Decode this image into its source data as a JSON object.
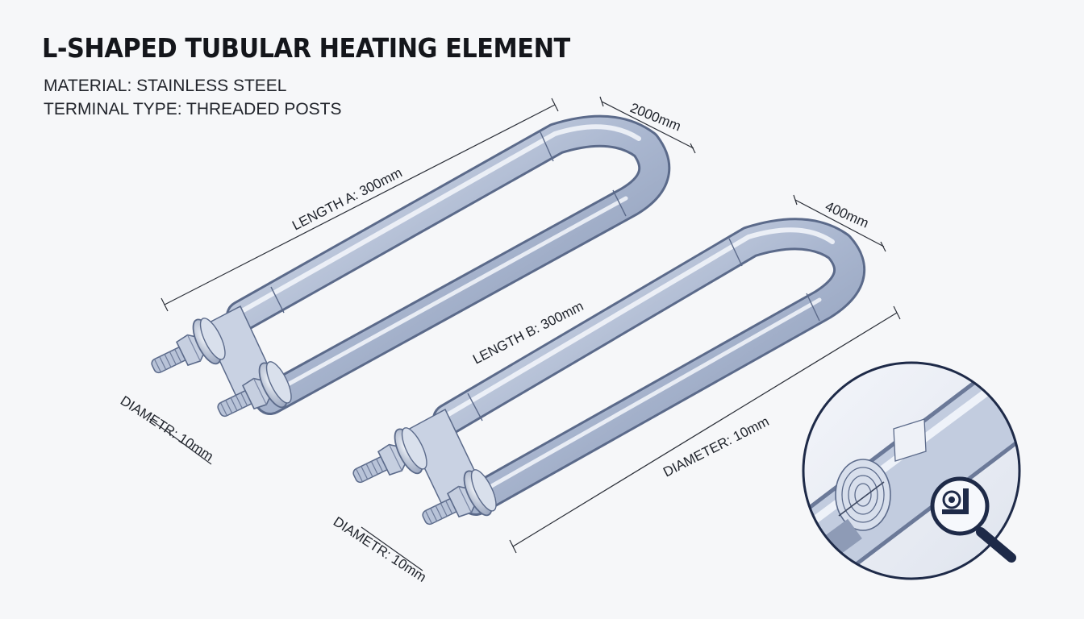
{
  "header": {
    "title": "L-SHAPED TUBULAR HEATING ELEMENT",
    "material": "MATERIAL: STAINLESS STEEL",
    "terminal": "TERMINAL TYPE: THREADED POSTS"
  },
  "dimensions": {
    "length_a": "LENGTH A: 300mm",
    "length_b": "LENGTH B: 300mm",
    "width_top": "2000mm",
    "width_right": "400mm",
    "diameter_left": "DIAMETR: 10mm",
    "diameter_bottom": "DIAMETR: 10mm",
    "diameter_right": "DIAMETER: 10mm"
  },
  "colors": {
    "steel_dark": "#5b6a8a",
    "steel_light": "#e8edf6",
    "inset_border": "#1e2a48",
    "background": "#f6f7f9"
  },
  "icons": {
    "magnifier": "magnifier-icon"
  }
}
